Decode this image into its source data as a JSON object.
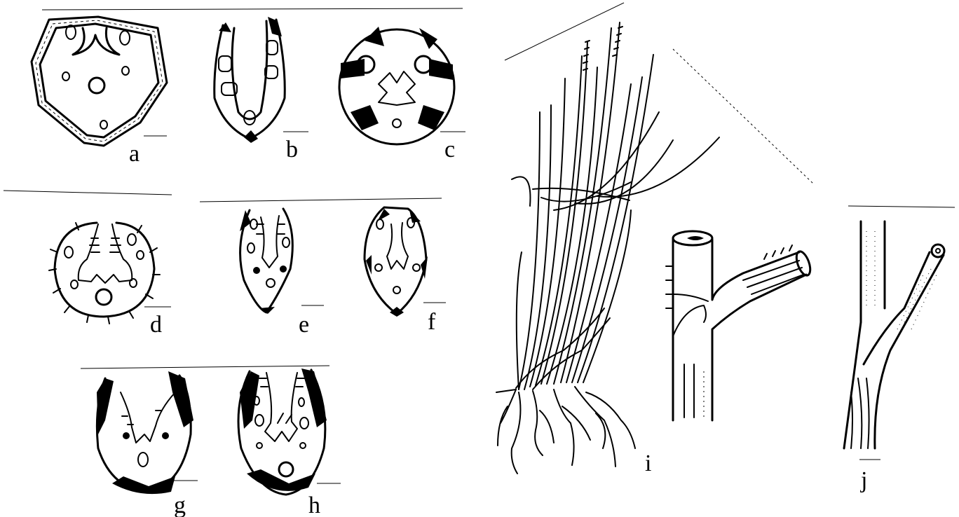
{
  "labels": {
    "a": "a",
    "b": "b",
    "c": "c",
    "d": "d",
    "e": "e",
    "f": "f",
    "g": "g",
    "h": "h",
    "i": "i",
    "j": "j"
  },
  "colors": {
    "ink": "#000000",
    "paper": "#ffffff"
  }
}
